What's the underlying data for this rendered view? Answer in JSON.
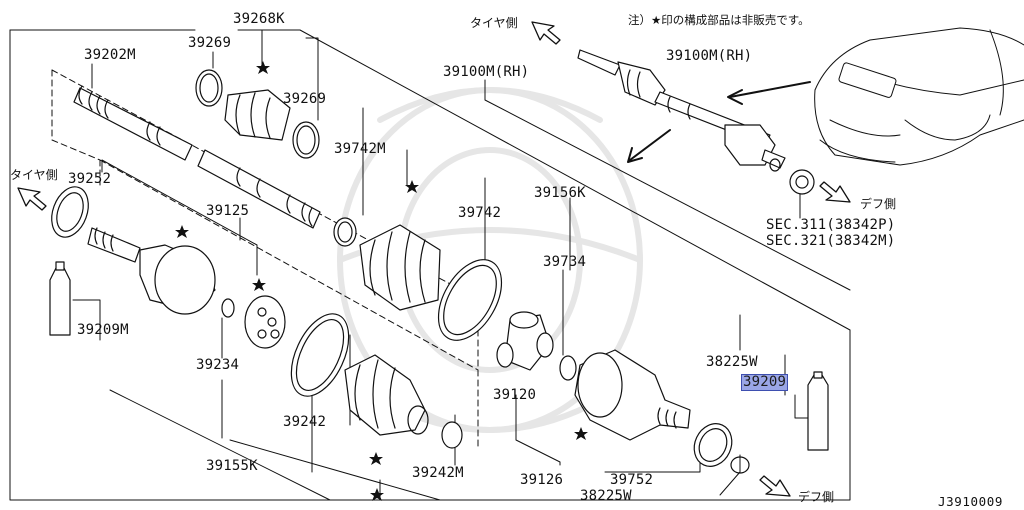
{
  "note": "注）★印の構成部品は非販売です。",
  "diagram_code": "J3910009",
  "directions": {
    "tire_side": "タイヤ側",
    "diff_side": "デフ側"
  },
  "sec_refs": [
    "SEC.311(38342P)",
    "SEC.321(38342M)"
  ],
  "star": "★",
  "labels": {
    "p39268K": "39268K",
    "p39269a": "39269",
    "p39269b": "39269",
    "p39202M": "39202M",
    "p39100M_a": "39100M(RH)",
    "p39100M_b": "39100M(RH)",
    "p39742M": "39742M",
    "p39742": "39742",
    "p39156K": "39156K",
    "p39734": "39734",
    "p39252": "39252",
    "p39125": "39125",
    "p39209M": "39209M",
    "p39234": "39234",
    "p39242": "39242",
    "p39120": "39120",
    "p39155K": "39155K",
    "p39242M": "39242M",
    "p39126": "39126",
    "p39752": "39752",
    "p38225W_a": "38225W",
    "p38225W_b": "38225W",
    "p39209": "39209"
  }
}
